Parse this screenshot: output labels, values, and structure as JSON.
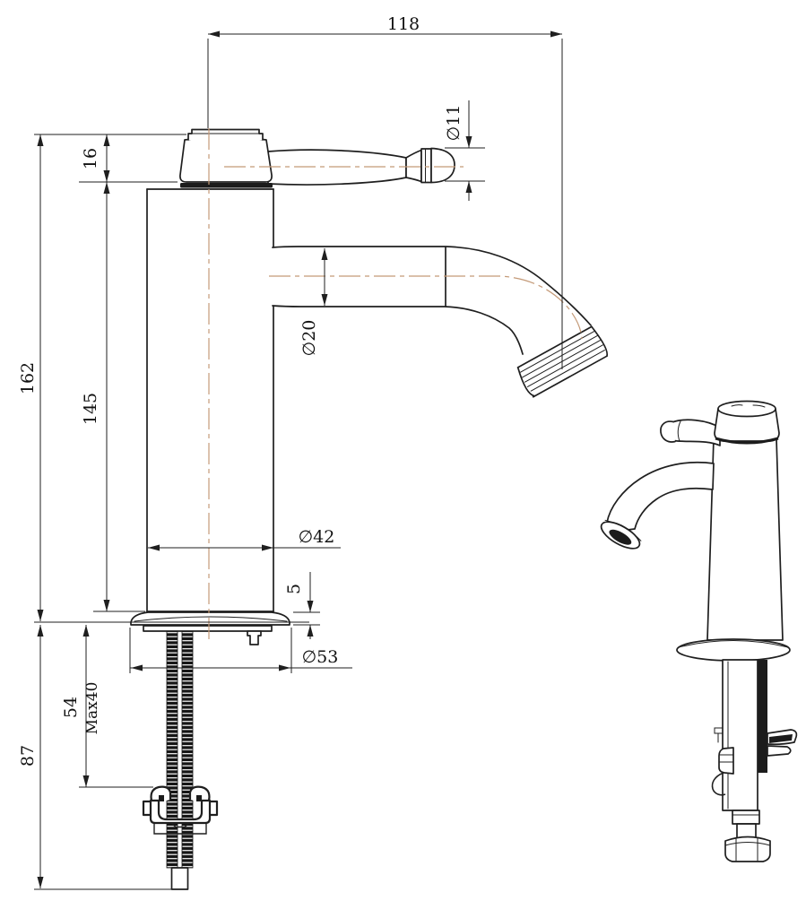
{
  "colors": {
    "line": "#1f1f1f",
    "centerline": "#c49a78"
  },
  "dimensions": {
    "spout_reach": "118",
    "handle_knob_diameter": "∅11",
    "cap_height": "16",
    "total_height": "162",
    "body_height": "145",
    "spout_diameter": "∅20",
    "body_diameter": "∅42",
    "base_plate_thickness": "5",
    "base_diameter": "∅53",
    "shank_exposed_length": "54",
    "max_mounting_thickness": "Max40",
    "below_deck_length": "87"
  }
}
